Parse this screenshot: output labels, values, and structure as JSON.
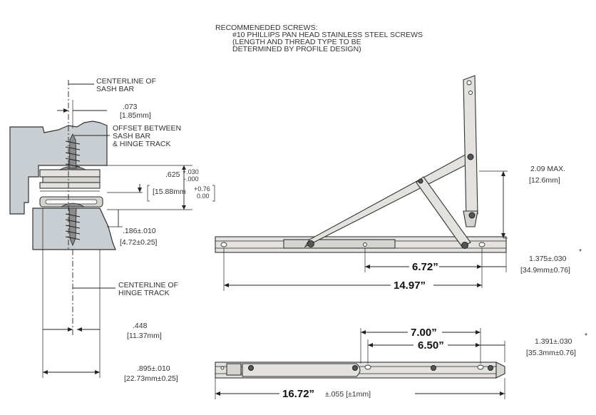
{
  "note": {
    "line1": "RECOMMENEDED SCREWS:",
    "line2": "#10 PHILLIPS PAN HEAD STAINLESS STEEL SCREWS",
    "line3": "(LENGTH AND THREAD TYPE TO BE",
    "line4": "DETERMINED BY PROFILE DESIGN)"
  },
  "section": {
    "centerline_sash_1": "CENTERLINE OF",
    "centerline_sash_2": "SASH BAR",
    "dim_073": ".073",
    "dim_185mm": "[1.85mm]",
    "offset_1": "OFFSET BETWEEN",
    "offset_2": "SASH BAR",
    "offset_3": "& HINGE TRACK",
    "dim_625": ".625",
    "tol_625_plus": "+.030",
    "tol_625_minus": "-.000",
    "dim_1588": "[15.88mm",
    "tol_1588_plus": "+0.76",
    "tol_1588_minus": "0.00",
    "dim_186": ".186±.010",
    "dim_472": "[4.72±0.25]",
    "centerline_track_1": "CENTERLINE OF",
    "centerline_track_2": "HINGE TRACK",
    "dim_448": ".448",
    "dim_1137": "[11.37mm]",
    "dim_895": ".895±.010",
    "dim_2273": "[22.73mm±0.25]"
  },
  "open_view": {
    "dim_209": "2.09 MAX.",
    "dim_126": "[12.6mm]",
    "dim_672": "6.72”",
    "dim_1497": "14.97”",
    "dim_1375": "1.375±.030",
    "dim_349": "[34.9mm±0.76]",
    "asterisk": "*"
  },
  "closed_view": {
    "dim_700": "7.00”",
    "dim_650": "6.50”",
    "dim_1391": "1.391±.030",
    "dim_353": "[35.3mm±0.76]",
    "asterisk": "*",
    "dim_1672": "16.72”",
    "dim_1672_tol": "±.055 [±1mm]"
  }
}
